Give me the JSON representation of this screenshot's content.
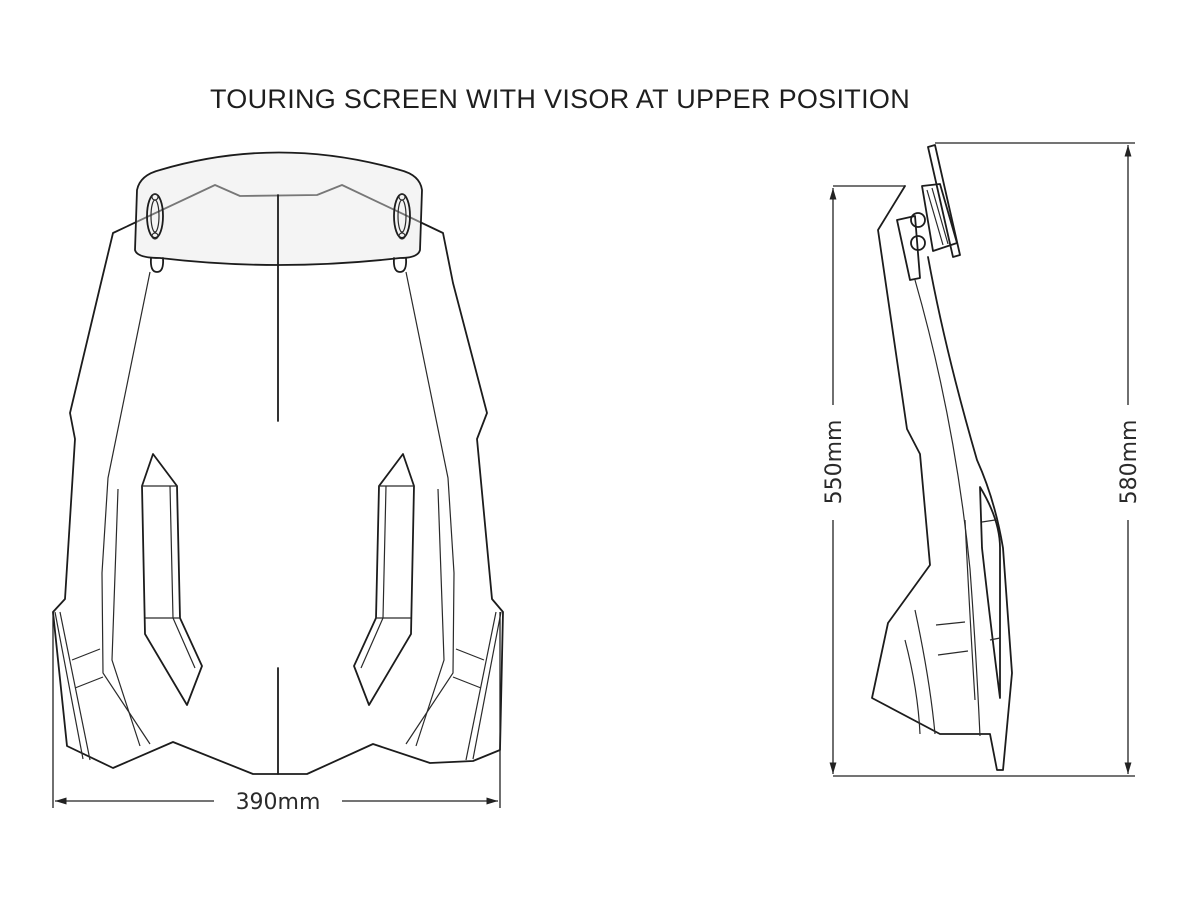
{
  "title": "TOURING SCREEN WITH VISOR AT UPPER POSITION",
  "dimensions": {
    "width": "390mm",
    "height_screen": "550mm",
    "height_total": "580mm"
  },
  "views": [
    "front-view",
    "side-view"
  ]
}
